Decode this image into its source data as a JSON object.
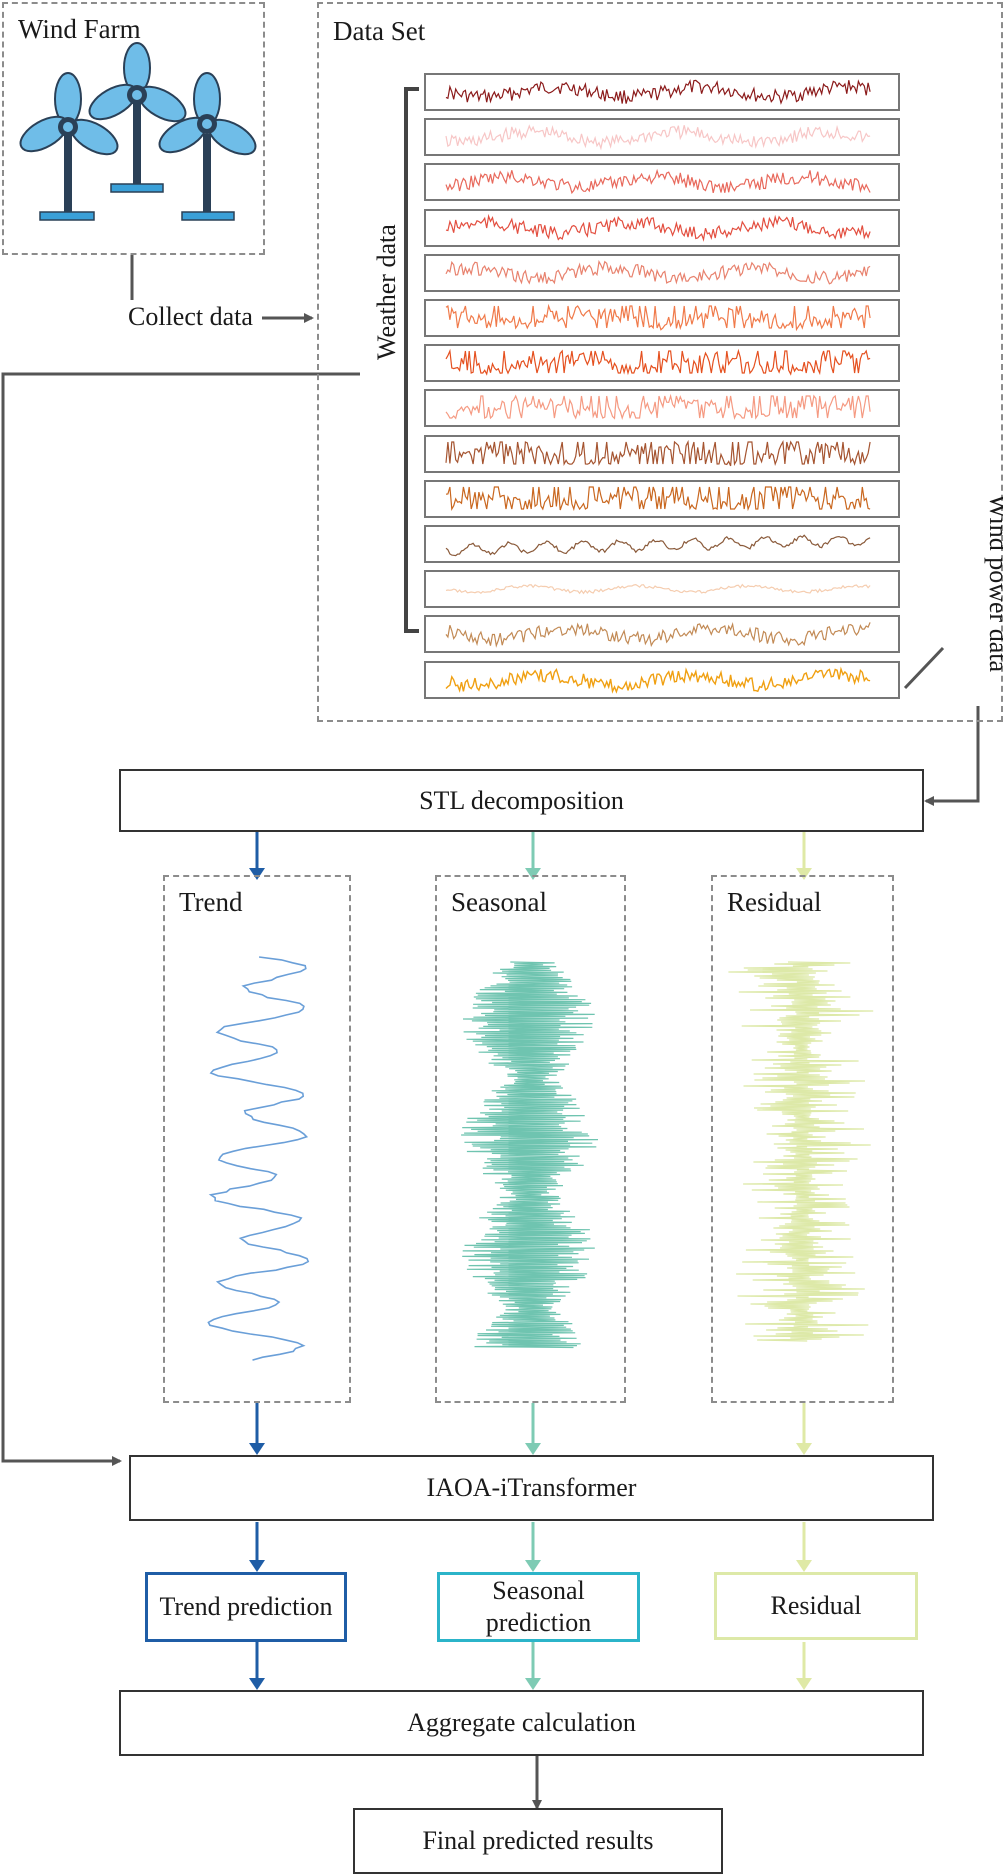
{
  "wind_farm": {
    "title": "Wind Farm"
  },
  "collect": {
    "label": "Collect data"
  },
  "dataset": {
    "title": "Data Set",
    "weather_label": "Weather data",
    "power_label": "Wind power data",
    "series_colors": [
      "#8b1a1a",
      "#f7c6c6",
      "#e8695c",
      "#e34e3f",
      "#e8826e",
      "#f07a4a",
      "#e5501f",
      "#f59a82",
      "#a55430",
      "#c9671f",
      "#8a5a3a",
      "#f5cdb0",
      "#c28a55",
      "#f0a012"
    ]
  },
  "stl": {
    "label": "STL decomposition"
  },
  "panels": [
    {
      "title": "Trend",
      "color": "#6a9fd8"
    },
    {
      "title": "Seasonal",
      "color": "#6fc4b0"
    },
    {
      "title": "Residual",
      "color": "#dde9a8"
    }
  ],
  "iaoa": {
    "label": "IAOA-iTransformer"
  },
  "predictions": [
    {
      "label": "Trend prediction",
      "color": "#1f5da6"
    },
    {
      "label": "Seasonal prediction",
      "color": "#2bb4c9"
    },
    {
      "label": "Residual",
      "color": "#dde9a8"
    }
  ],
  "arrow_colors": {
    "trend": "#1f5da6",
    "seasonal": "#7ecbb4",
    "residual": "#dfe9a6",
    "main": "#555555"
  },
  "aggregate": {
    "label": "Aggregate calculation"
  },
  "final": {
    "label": "Final predicted results"
  }
}
